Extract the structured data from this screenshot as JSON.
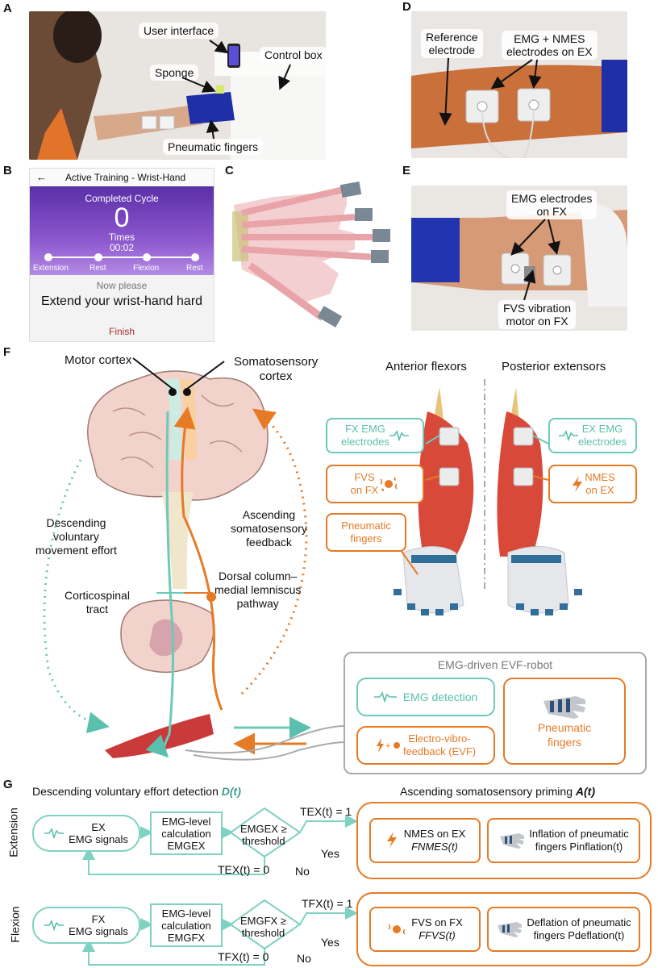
{
  "panels": {
    "a": "A",
    "b": "B",
    "c": "C",
    "d": "D",
    "e": "E",
    "f": "F",
    "g": "G"
  },
  "panelA": {
    "user_interface": "User interface",
    "control_box": "Control box",
    "sponge": "Sponge",
    "pneumatic_fingers": "Pneumatic fingers"
  },
  "panelB": {
    "back_arrow": "←",
    "title": "Active Training - Wrist-Hand",
    "completed_cycle": "Completed Cycle",
    "count": "0",
    "times": "Times",
    "timer": "00:02",
    "steps": [
      "Extension",
      "Rest",
      "Flexion",
      "Rest"
    ],
    "now_please": "Now please",
    "instruction": "Extend your wrist-hand hard",
    "finish": "Finish"
  },
  "panelD": {
    "reference": "Reference\nelectrode",
    "emg_nmes": "EMG + NMES\nelectrodes on EX"
  },
  "panelE": {
    "emg_fx": "EMG electrodes\non FX",
    "fvs": "FVS vibration\nmotor on FX"
  },
  "panelF": {
    "motor_cortex": "Motor cortex",
    "somatosensory_cortex": "Somatosensory\ncortex",
    "descending": "Descending\nvoluntary\nmovement effort",
    "ascending": "Ascending\nsomatosensory\nfeedback",
    "corticospinal": "Corticospinal\ntract",
    "dorsal_column": "Dorsal column–\nmedial lemniscus\npathway",
    "anterior_flexors": "Anterior flexors",
    "posterior_extensors": "Posterior extensors",
    "fx_emg": "FX EMG\nelectrodes",
    "ex_emg": "EX EMG\nelectrodes",
    "fvs_fx": "FVS\non FX",
    "nmes_ex": "NMES\non EX",
    "pneumatic_fingers": "Pneumatic\nfingers",
    "robot_title": "EMG-driven EVF-robot",
    "emg_detection": "EMG detection",
    "evf": "Electro-vibro-\nfeedback (EVF)",
    "robot_pneumatic": "Pneumatic\nfingers"
  },
  "panelG": {
    "desc_title": "Descending voluntary effort detection",
    "desc_symbol": "D(t)",
    "asc_title": "Ascending somatosensory priming",
    "asc_symbol": "A(t)",
    "extension_label": "Extension",
    "flexion_label": "Flexion",
    "ex_signals": "EX\nEMG signals",
    "ex_calc": "EMG-level\ncalculation\nEMGEX",
    "ex_threshold": "EMGEX ≥\nthreshold",
    "t_ex_1": "TEX(t) = 1",
    "t_ex_0": "TEX(t) = 0",
    "yes": "Yes",
    "no": "No",
    "nmes_ex": "NMES on EX",
    "f_nmes": "FNMES(t)",
    "inflation": "Inflation of pneumatic\nfingers Pinflation(t)",
    "fx_signals": "FX\nEMG signals",
    "fx_calc": "EMG-level\ncalculation\nEMGFX",
    "fx_threshold": "EMGFX ≥\nthreshold",
    "t_fx_1": "TFX(t) = 1",
    "t_fx_0": "TFX(t) = 0",
    "fvs_fx": "FVS on FX",
    "f_fvs": "FFVS(t)",
    "deflation": "Deflation of pneumatic\nfingers Pdeflation(t)"
  },
  "colors": {
    "teal": "#5bbfae",
    "orange": "#e67a25",
    "purple": "#6a3fb5"
  }
}
